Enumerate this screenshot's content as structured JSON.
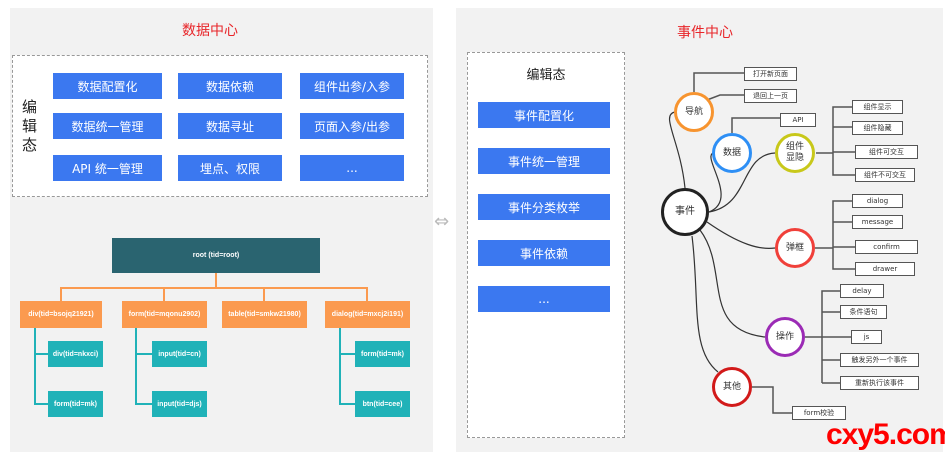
{
  "left": {
    "title": "数据中心",
    "edit_label": "编辑态",
    "buttons": [
      "数据配置化",
      "数据依赖",
      "组件出参/入参",
      "数据统一管理",
      "数据寻址",
      "页面入参/出参",
      "API 统一管理",
      "埋点、权限",
      "..."
    ],
    "tree": {
      "root": "root (tid=root)",
      "level1": [
        "div(tid=bsojq21921)",
        "form(tid=mqonu2902)",
        "table(tid=smkw21980)",
        "dialog(tid=mxcj2i191)"
      ],
      "level2": [
        "div(tid=nkxci)",
        "form(tid=mk)",
        "input(tid=cn)",
        "input(tid=djs)",
        "form(tid=mk)",
        "btn(tid=cee)"
      ]
    }
  },
  "connector_icon": "bidirectional-arrow-icon",
  "right": {
    "title": "事件中心",
    "edit_label": "编辑态",
    "buttons": [
      "事件配置化",
      "事件统一管理",
      "事件分类枚举",
      "事件依赖",
      "..."
    ],
    "mindmap": {
      "center": "事件",
      "nodes": [
        {
          "label": "导航",
          "color": "#f7942f",
          "children": [
            "打开新页面",
            "退回上一页"
          ]
        },
        {
          "label": "数据",
          "color": "#2e8ff5",
          "children": [
            "API"
          ]
        },
        {
          "label": "组件显隐",
          "color": "#c8c81a",
          "children": [
            "组件显示",
            "组件隐藏",
            "组件可交互",
            "组件不可交互"
          ]
        },
        {
          "label": "弹框",
          "color": "#f0403a",
          "children": [
            "dialog",
            "message",
            "confirm",
            "drawer"
          ]
        },
        {
          "label": "操作",
          "color": "#9b2bb5",
          "children": [
            "delay",
            "条件语句",
            "js",
            "触发另外一个事件",
            "重新执行该事件"
          ]
        },
        {
          "label": "其他",
          "color": "#d21a1a",
          "children": [
            "form校验"
          ]
        }
      ]
    }
  },
  "watermark": "cxy5.com"
}
